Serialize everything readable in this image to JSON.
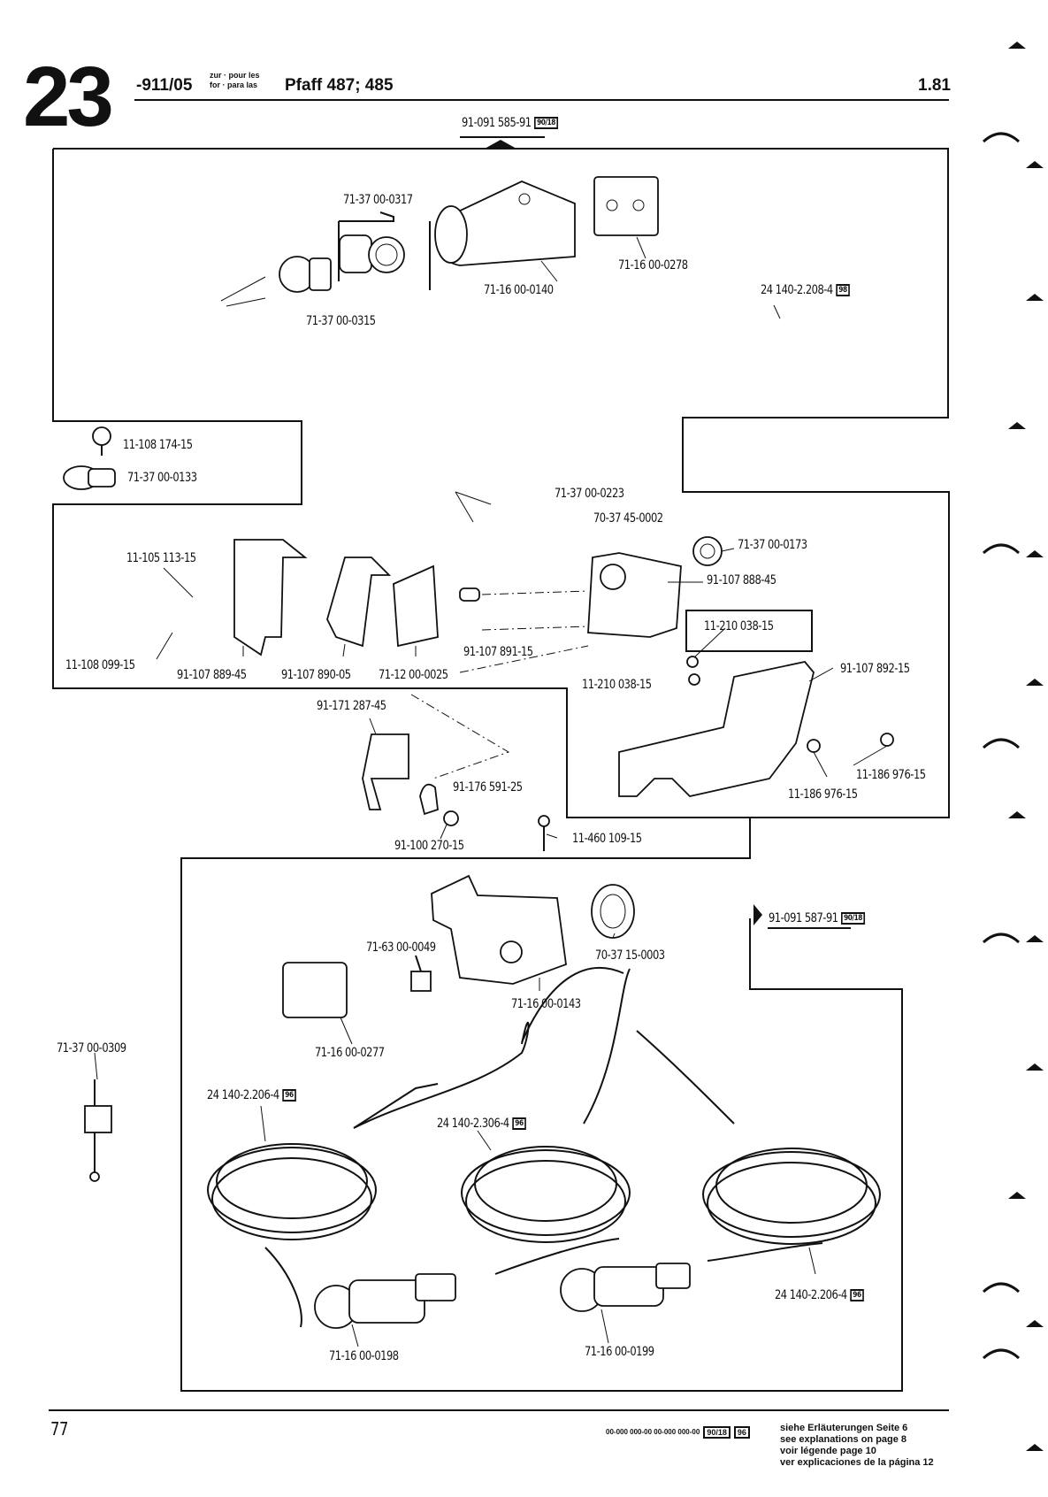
{
  "header": {
    "group_number": "23",
    "model_code": "-911/05",
    "for_words_top": "zur · pour les",
    "for_words_bottom": "for · para las",
    "machine": "Pfaff 487; 485",
    "version": "1.81"
  },
  "top_reference": {
    "part": "91-091 585-91",
    "badge": "90/18"
  },
  "side_reference": {
    "part": "91-091 587-91",
    "badge": "90/18"
  },
  "parts": {
    "p1": "71-37 00-0317",
    "p2": "71-37 00-0315",
    "p3": "71-16 00-0140",
    "p4": "71-16 00-0278",
    "p5": "24 140-2.208-4",
    "p6": "11-108 174-15",
    "p7": "71-37 00-0133",
    "p8": "71-37 00-0223",
    "p9": "70-37 45-0002",
    "p10": "71-37 00-0173",
    "p11": "91-107 888-45",
    "p12": "11-105 113-15",
    "p13": "11-108 099-15",
    "p14": "91-107 889-45",
    "p15": "91-107 890-05",
    "p16": "71-12 00-0025",
    "p17": "91-107 891-15",
    "p18": "11-210 038-15",
    "p19": "11-210 038-15",
    "p20": "91-107 892-15",
    "p21": "91-171 287-45",
    "p22": "91-176 591-25",
    "p23": "91-100 270-15",
    "p24": "11-460 109-15",
    "p25": "11-186 976-15",
    "p26": "11-186 976-15",
    "p27": "71-63 00-0049",
    "p28": "70-37 15-0003",
    "p29": "71-16 00-0143",
    "p30": "71-16 00-0277",
    "p31": "71-37 00-0309",
    "p32": "24 140-2.206-4",
    "p33": "24 140-2.306-4",
    "p34": "24 140-2.206-4",
    "p35": "71-16 00-0198",
    "p36": "71-16 00-0199"
  },
  "badges": {
    "b98": "98",
    "b96": "96"
  },
  "footer": {
    "page_number": "77",
    "legend_codes": "00-000 000-00   00-000 000-00",
    "legend_badge1": "90/18",
    "legend_badge2": "96",
    "lines": [
      "siehe Erläuterungen Seite 6",
      "see explanations on page 8",
      "voir légende page 10",
      "ver explicaciones de la página 12"
    ]
  }
}
